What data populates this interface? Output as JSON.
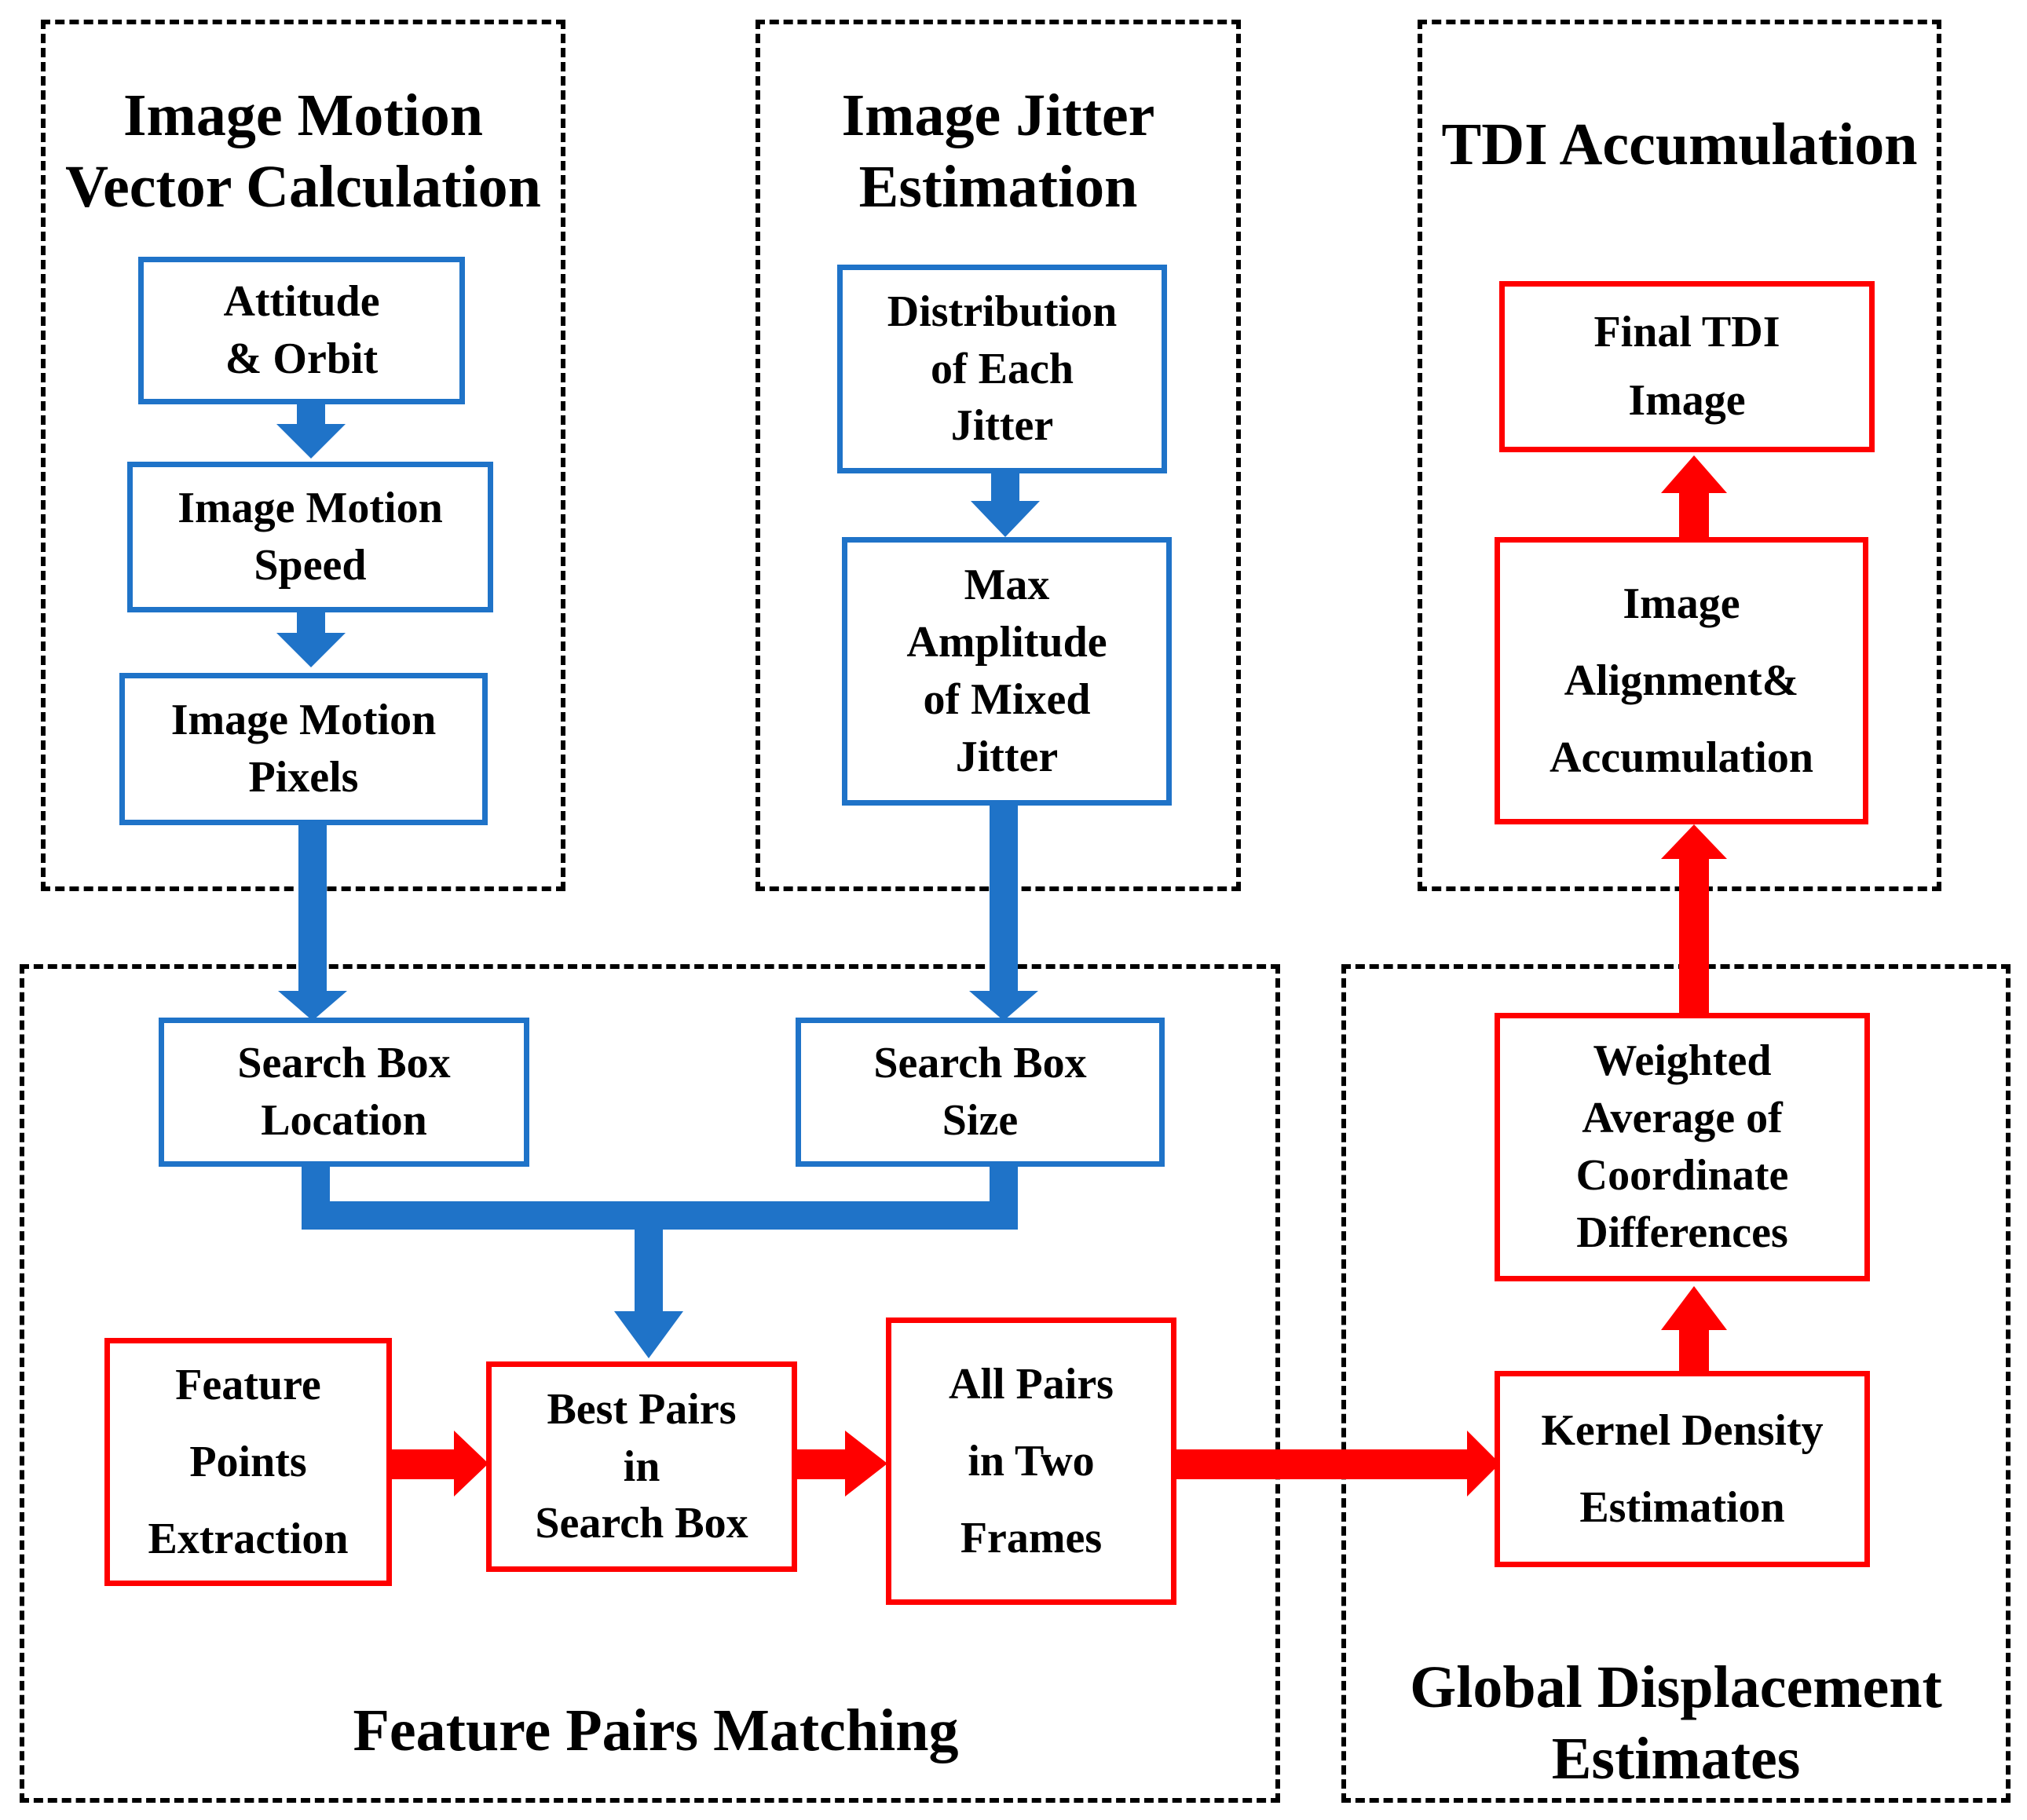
{
  "colors": {
    "blue": "#1f73c8",
    "red": "#ff0000",
    "dash": "#000000"
  },
  "groups": {
    "image_motion": {
      "title": "Image Motion\nVector Calculation"
    },
    "jitter": {
      "title": "Image Jitter\nEstimation"
    },
    "tdi": {
      "title": "TDI Accumulation"
    },
    "matching": {
      "title": "Feature Pairs Matching"
    },
    "global": {
      "title": "Global Displacement\nEstimates"
    }
  },
  "boxes": {
    "attitude_orbit": "Attitude\n& Orbit",
    "motion_speed": "Image Motion\nSpeed",
    "motion_pixels": "Image Motion\nPixels",
    "jitter_distribution": "Distribution\nof Each\nJitter",
    "max_amplitude": "Max\nAmplitude\nof  Mixed\nJitter",
    "final_tdi": "Final TDI\nImage",
    "alignment": "Image\nAlignment&\nAccumulation",
    "search_location": "Search Box\nLocation",
    "search_size": "Search Box\nSize",
    "feature_points": "Feature\nPoints\nExtraction",
    "best_pairs": "Best Pairs\nin\nSearch Box",
    "all_pairs": "All Pairs\nin Two\nFrames",
    "weighted_avg": "Weighted\nAverage of\nCoordinate\nDifferences",
    "kde": "Kernel Density\nEstimation"
  }
}
